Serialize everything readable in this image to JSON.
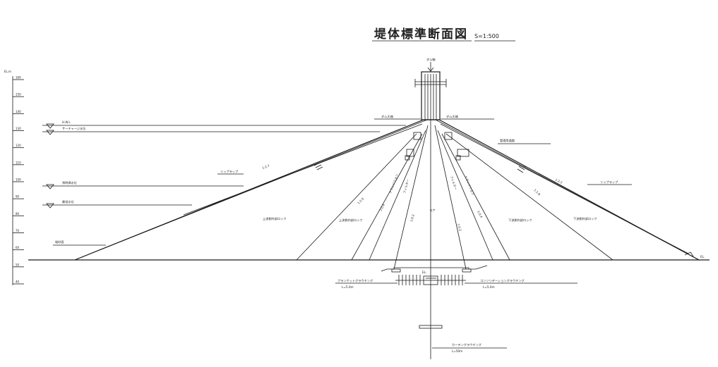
{
  "title": "堤体標準断面図",
  "scale": "S=1:500",
  "elevation_axis": {
    "unit_label": "EL.m",
    "ticks": [
      "160",
      "150",
      "140",
      "130",
      "120",
      "110",
      "100",
      "90",
      "80",
      "70",
      "60",
      "50",
      "40"
    ]
  },
  "water_levels": [
    {
      "label": "H.W.L"
    },
    {
      "label": "サーチャージ水位"
    },
    {
      "label": "常時満水位"
    },
    {
      "label": "最低水位"
    },
    {
      "label": "堆砂面"
    }
  ],
  "crest": {
    "label": "ダム軸",
    "left_text": "ダム天端",
    "right_text": "ダム天端"
  },
  "zones": {
    "upstream_riprap": "リップラップ",
    "downstream_riprap": "リップラップ",
    "upstream_rock": "上流側外部ロック",
    "upstream_inner_rock": "上流側内部ロック",
    "downstream_rock": "下流側外部ロック",
    "downstream_inner_rock": "下流側内部ロック",
    "core": "コア",
    "up_filter": "フィルター",
    "up_transition": "トランジション",
    "dn_filter": "フィルター",
    "dn_transition": "トランジション",
    "berm": "管理用道路"
  },
  "slopes": {
    "upstream_outer": "1:2.7",
    "upstream_rock": "1:2.0",
    "up_filter": "1:0.4",
    "up_core": "1:0.2",
    "dn_core": "1:0.2",
    "dn_filter": "1:0.4",
    "downstream_rock": "1:1.8",
    "downstream_outer": "1:2.2"
  },
  "foundation": {
    "grout_left": "ブランケットグラウチング",
    "grout_left_sub": "L=5.0m",
    "grout_right": "コンソリデーショングラウチング",
    "grout_right_sub": "L=5.0m",
    "curtain": "カーテングラウチング",
    "curtain_sub": "L=50m",
    "base_note": "EL.",
    "toe_label": "EL."
  }
}
